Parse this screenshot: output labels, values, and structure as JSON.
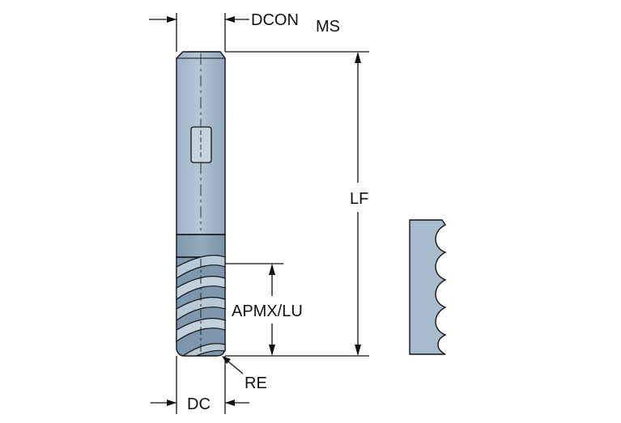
{
  "labels": {
    "dcon": "DCON",
    "dcon_sub": "MS",
    "lf": "LF",
    "apmx_lu": "APMX/LU",
    "re": "RE",
    "dc": "DC"
  },
  "colors": {
    "tool_fill": "#a9bccd",
    "tool_dark": "#6b8299",
    "tool_shade": "#8fa6ba",
    "outline": "#111111"
  }
}
